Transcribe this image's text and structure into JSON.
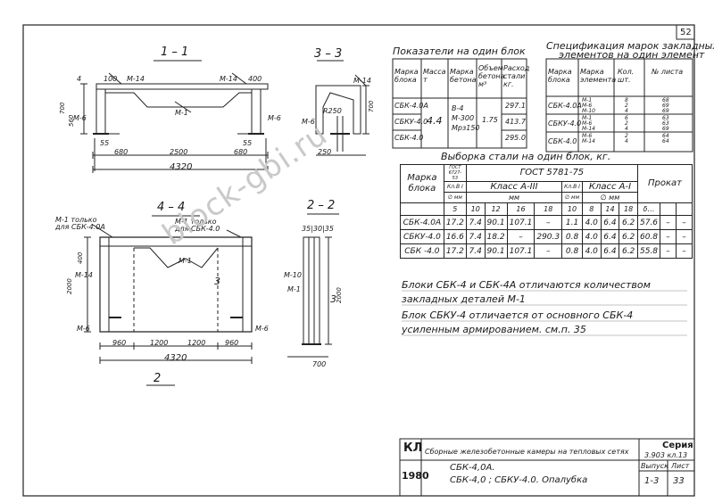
{
  "page_number": "52",
  "watermark": "block-gbi.ru",
  "section_labels": {
    "s11": "1 – 1",
    "s33": "3 – 3",
    "s44": "4 – 4",
    "s22": "2 – 2",
    "plan": "2"
  },
  "drawing_labels": {
    "m14": "М-14",
    "m1": "М-1",
    "m6": "М-6",
    "m10": "М-10",
    "m1_only_a": "М-1 только",
    "m1_only_b": "для СБК-4.0А",
    "m1_only2_a": "М-1 только",
    "m1_only2_b": "для СБК-4.0",
    "num3": "3",
    "dim_4320": "4320",
    "dim_2500": "2500",
    "dim_680": "680",
    "dim_1200": "1200",
    "dim_960": "960",
    "dim_700": "700",
    "dim_2000": "2000",
    "dim_250": "250",
    "dim_400": "400",
    "dim_100": "100",
    "dim_4": "4",
    "dim_55": "55",
    "dim_350": "35|30|35",
    "dim_r250": "R250",
    "dim_560": "560"
  },
  "indicators": {
    "title": "Показатели на один блок",
    "headers": [
      "Марка блока",
      "Масса т",
      "Марка бетона",
      "Объем бетона м³",
      "Расход стали кг."
    ],
    "rows": [
      {
        "mark": "СБК-4.0А",
        "mass": "4.4",
        "concrete": "В-4 М-300 Мрз150",
        "volume": "1.75",
        "steel": "297.1"
      },
      {
        "mark": "СБКУ-4.0",
        "mass": "",
        "concrete": "",
        "volume": "",
        "steel": "413.7"
      },
      {
        "mark": "СБК-4.0",
        "mass": "",
        "concrete": "",
        "volume": "",
        "steel": "295.0"
      }
    ]
  },
  "specification": {
    "title_1": "Спецификация марок закладных",
    "title_2": "элементов на один элемент",
    "headers": [
      "Марка блока",
      "Марка элемента",
      "Кол. шт.",
      "№ листа"
    ],
    "groups": [
      {
        "block": "СБК-4.0А",
        "items": [
          [
            "М-1",
            "8",
            "68"
          ],
          [
            "М-6",
            "2",
            "69"
          ],
          [
            "М-10",
            "4",
            "69"
          ]
        ]
      },
      {
        "block": "СБКУ-4.0",
        "items": [
          [
            "М-1",
            "6",
            "63"
          ],
          [
            "М-6",
            "2",
            "63"
          ],
          [
            "М-14",
            "4",
            "69"
          ]
        ]
      },
      {
        "block": "СБК-4.0",
        "items": [
          [
            "М-6",
            "2",
            "64"
          ],
          [
            "М-14",
            "4",
            "64"
          ]
        ]
      }
    ]
  },
  "steel": {
    "title": "Выборка стали на один блок, кг.",
    "gost": "ГОСТ 5781-75",
    "gost_small": "ГОСТ 6727-53",
    "col_block": "Марка блока",
    "class_bi": "Кл.В I",
    "class_a3": "Класс А-III",
    "class_v1": "Кл.В I",
    "class_a1": "Класс А-I",
    "prokat": "Прокат",
    "diam": "∅ мм",
    "diam2": "∅ мм",
    "mm": "мм",
    "sizes": [
      "5",
      "10",
      "12",
      "16",
      "18",
      "10",
      "8",
      "14",
      "18",
      "δ…",
      "",
      ""
    ],
    "rows": [
      [
        "СБК-4.0А",
        "17.2",
        "7.4",
        "90.1",
        "107.1",
        "–",
        "1.1",
        "4.0",
        "6.4",
        "6.2",
        "57.6",
        "–",
        "–"
      ],
      [
        "СБКУ-4.0",
        "16.6",
        "7.4",
        "18.2",
        "–",
        "290.3",
        "0.8",
        "4.0",
        "6.4",
        "6.2",
        "60.8",
        "–",
        "–"
      ],
      [
        "СБК -4.0",
        "17.2",
        "7.4",
        "90.1",
        "107.1",
        "–",
        "0.8",
        "4.0",
        "6.4",
        "6.2",
        "55.8",
        "–",
        "–"
      ]
    ]
  },
  "notes": [
    "Блоки СБК-4 и СБК-4А отличаются количеством",
    "закладных деталей М-1",
    "Блок СБКУ-4 отличается от основного СБК-4",
    "усиленным армированием. см.п. 35"
  ],
  "title_block": {
    "logo": "КЛ",
    "year": "1980",
    "description": "Сборные железобетонные камеры на тепловых сетях",
    "series_label": "Серия",
    "series_value": "3.903 кл.13",
    "issue_label": "Выпуск",
    "issue_value": "1-3",
    "sheet_label": "Лист",
    "sheet_value": "33",
    "name_1": "СБК-4,0А.",
    "name_2": "СБК-4,0 ; СБКУ-4.0.  Опалубка"
  }
}
